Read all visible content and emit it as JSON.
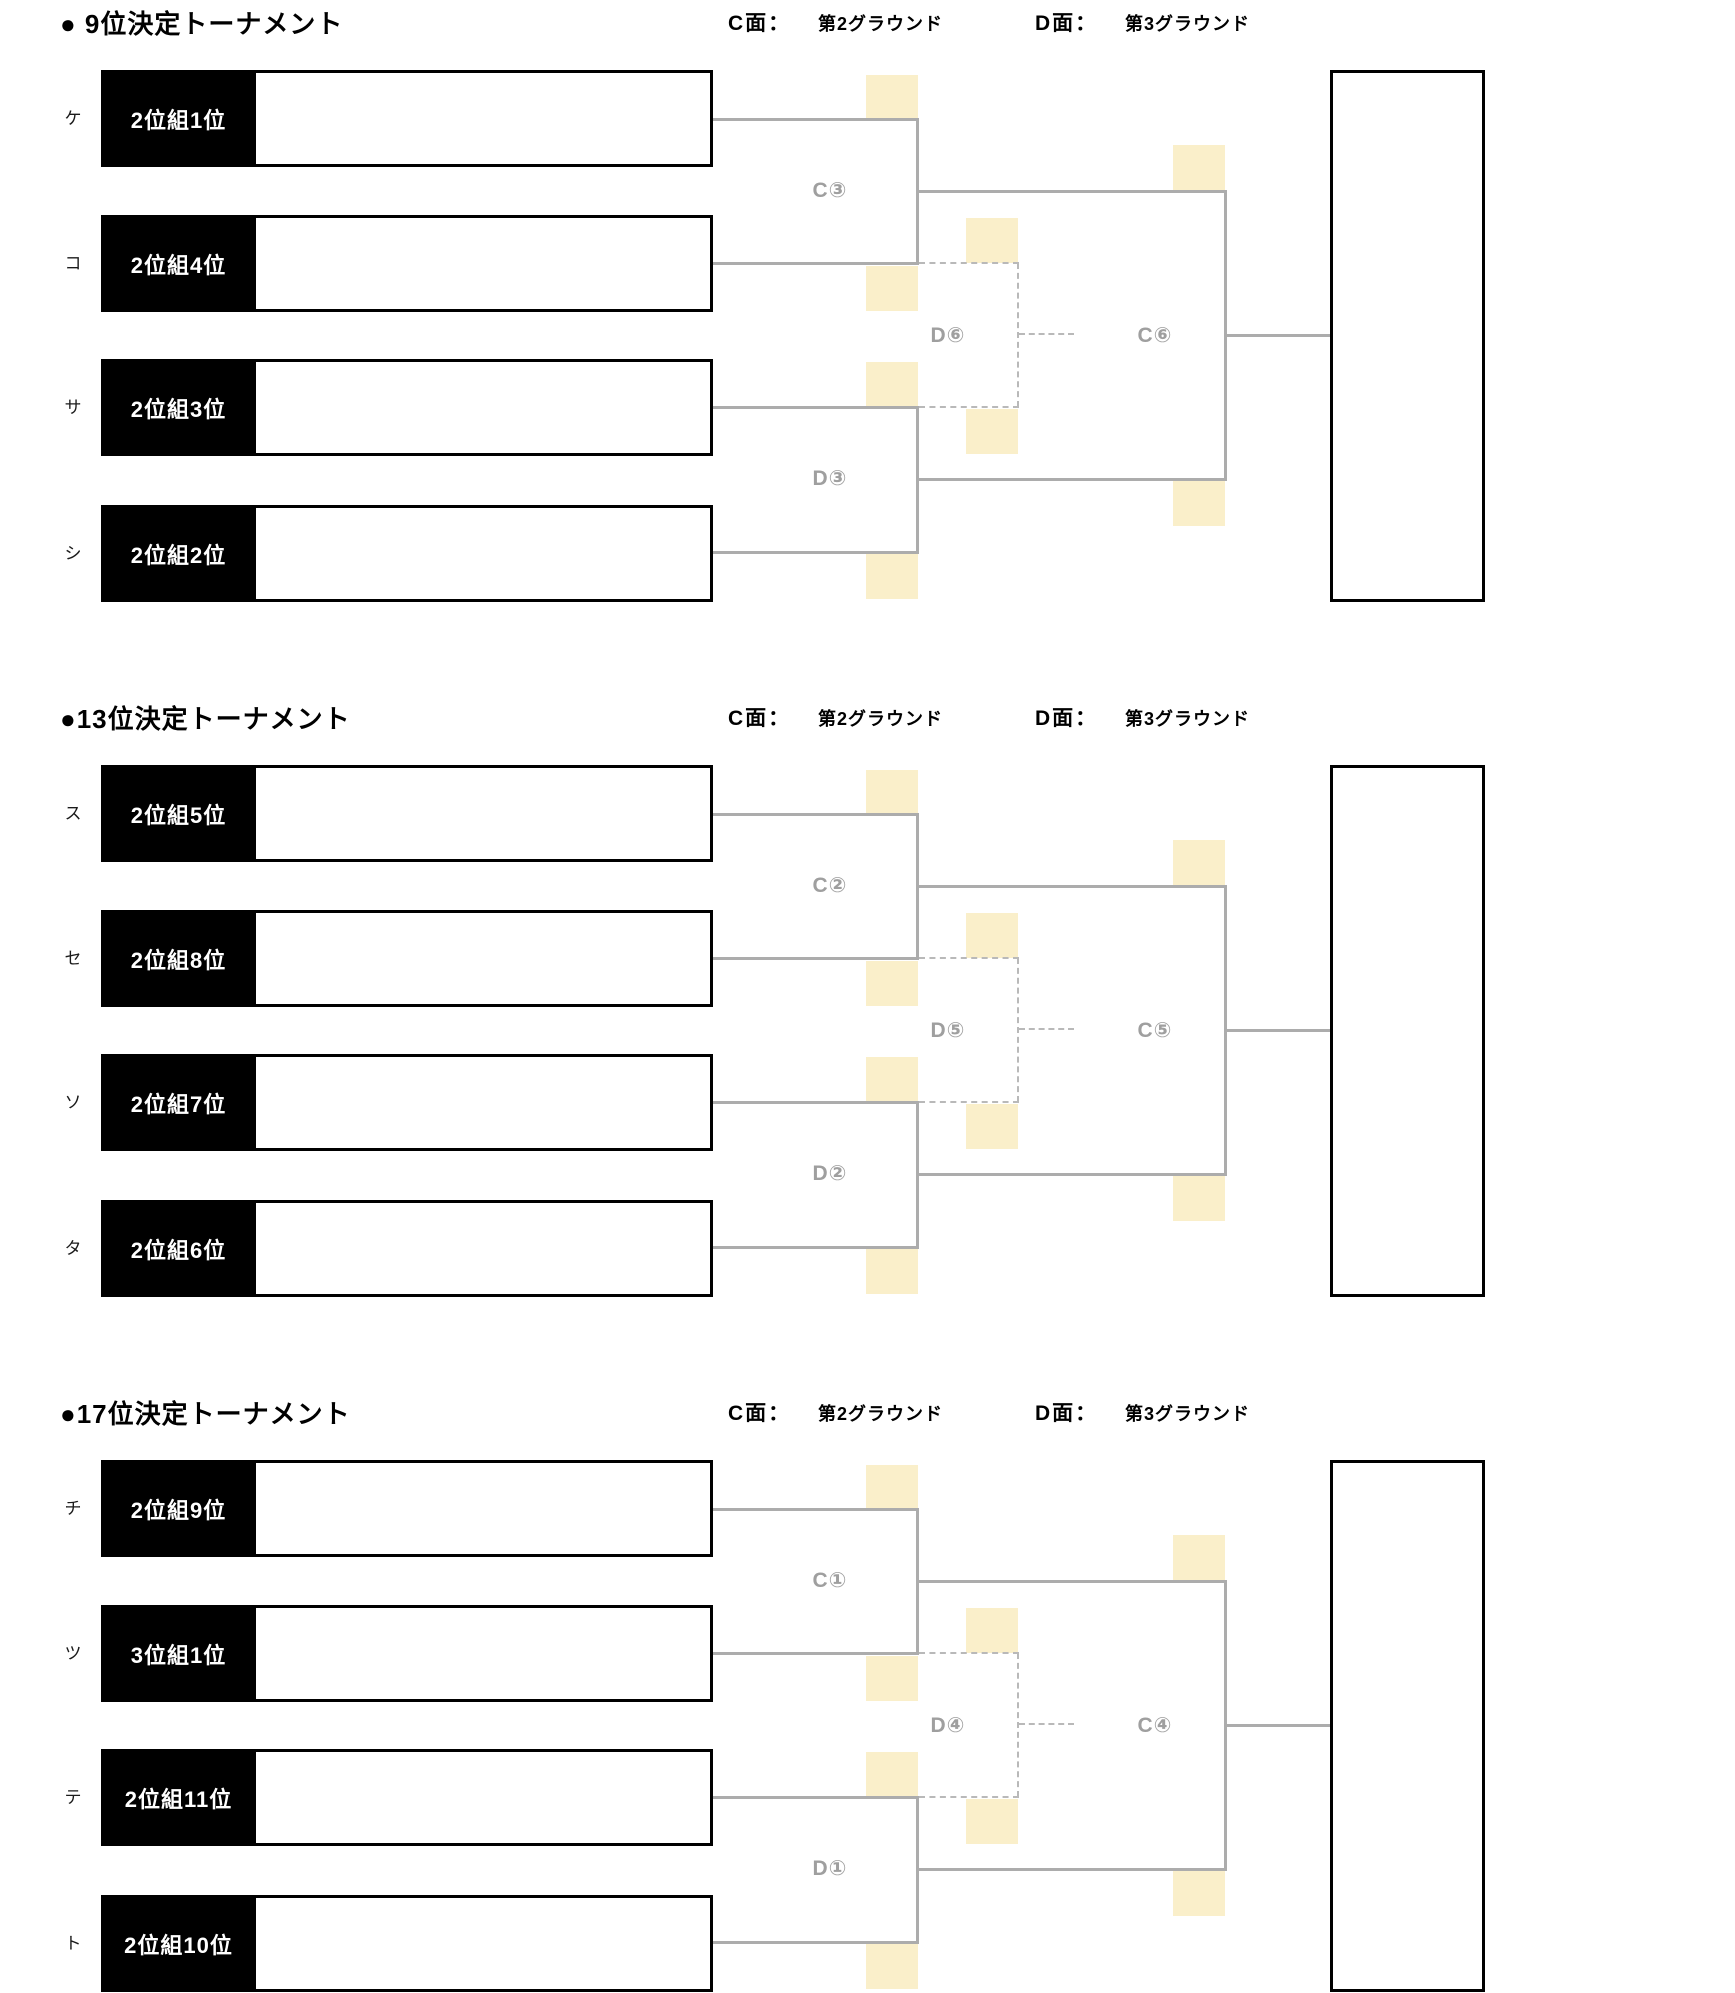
{
  "sections": [
    {
      "title": "● 9位決定トーナメント",
      "header": {
        "c_label": "C面：",
        "c_value": "第2グラウンド",
        "d_label": "D面：",
        "d_value": "第3グラウンド"
      },
      "rows": [
        {
          "kana": "ケ",
          "seed": "2位組1位"
        },
        {
          "kana": "コ",
          "seed": "2位組4位"
        },
        {
          "kana": "サ",
          "seed": "2位組3位"
        },
        {
          "kana": "シ",
          "seed": "2位組2位"
        }
      ],
      "matches": {
        "round1_top": "C③",
        "round1_bottom": "D③",
        "loser_match": "D⑥",
        "final_match": "C⑥"
      }
    },
    {
      "title": "●13位決定トーナメント",
      "header": {
        "c_label": "C面：",
        "c_value": "第2グラウンド",
        "d_label": "D面：",
        "d_value": "第3グラウンド"
      },
      "rows": [
        {
          "kana": "ス",
          "seed": "2位組5位"
        },
        {
          "kana": "セ",
          "seed": "2位組8位"
        },
        {
          "kana": "ソ",
          "seed": "2位組7位"
        },
        {
          "kana": "タ",
          "seed": "2位組6位"
        }
      ],
      "matches": {
        "round1_top": "C②",
        "round1_bottom": "D②",
        "loser_match": "D⑤",
        "final_match": "C⑤"
      }
    },
    {
      "title": "●17位決定トーナメント",
      "header": {
        "c_label": "C面：",
        "c_value": "第2グラウンド",
        "d_label": "D面：",
        "d_value": "第3グラウンド"
      },
      "rows": [
        {
          "kana": "チ",
          "seed": "2位組9位"
        },
        {
          "kana": "ツ",
          "seed": "3位組1位"
        },
        {
          "kana": "テ",
          "seed": "2位組11位"
        },
        {
          "kana": "ト",
          "seed": "2位組10位"
        }
      ],
      "matches": {
        "round1_top": "C①",
        "round1_bottom": "D①",
        "loser_match": "D④",
        "final_match": "C④"
      }
    }
  ],
  "colors": {
    "bracket_line": "#acacac",
    "dashed_line": "#b9b9b9",
    "match_label": "#9f9f9f",
    "highlight": "#faefca",
    "seed_box": "#000000"
  }
}
